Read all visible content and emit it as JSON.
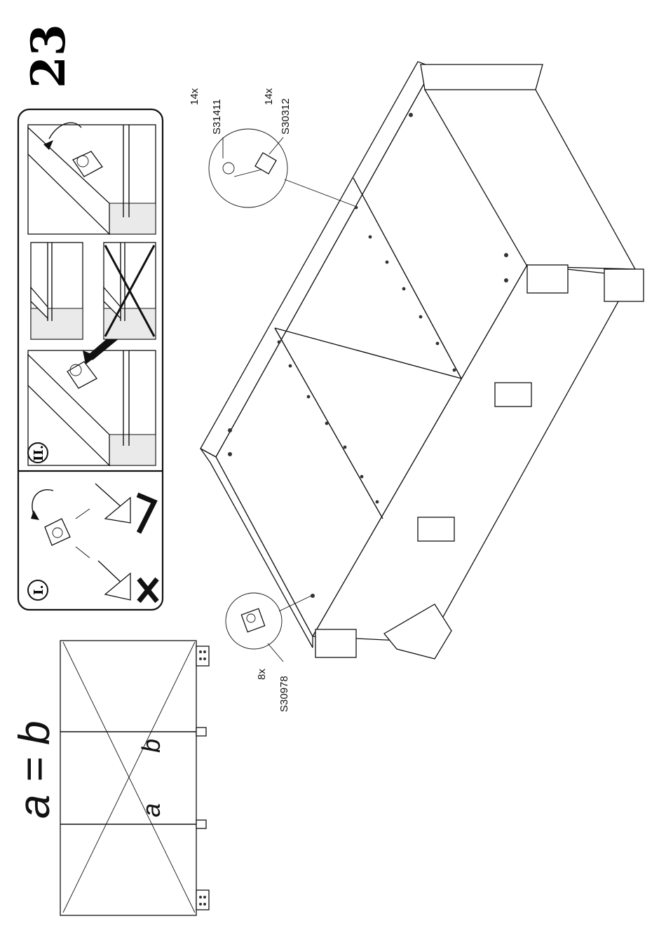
{
  "step_number": "23",
  "equation": {
    "text": "a = b",
    "diag_a": "a",
    "diag_b": "b"
  },
  "panel_labels": {
    "panel_one": "I.",
    "panel_two": "II."
  },
  "parts": [
    {
      "qty": "14x",
      "code": "S31411"
    },
    {
      "qty": "14x",
      "code": "S30312"
    },
    {
      "qty": "8x",
      "code": "S30978"
    }
  ]
}
